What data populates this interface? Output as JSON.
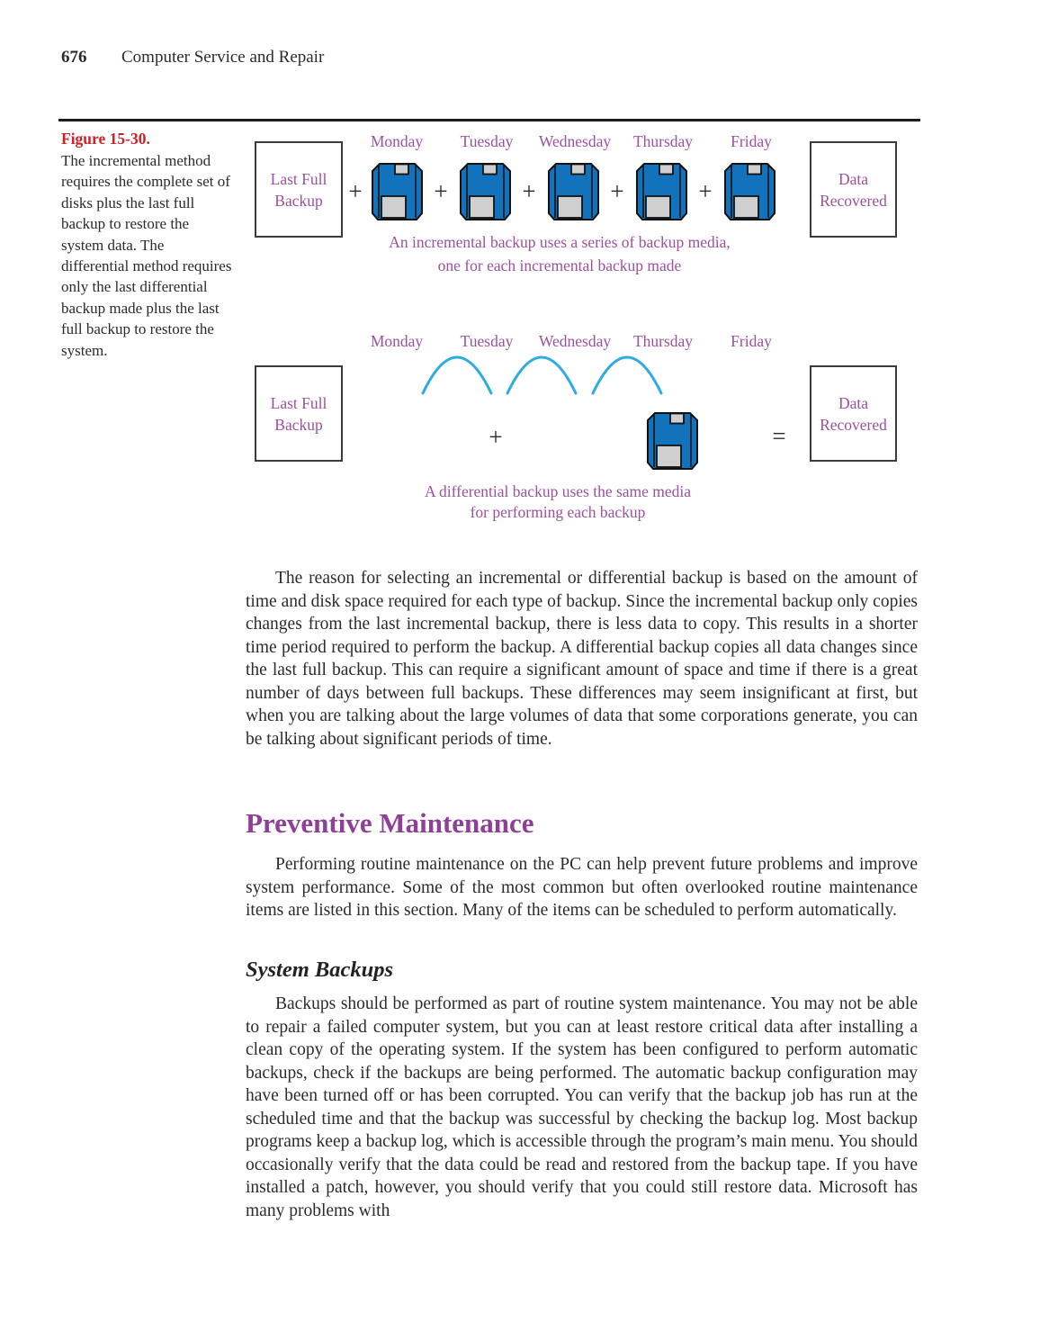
{
  "colors": {
    "figure_label_red": "#ce2127",
    "figure_text_purple": "#9d509e",
    "heading_purple": "#8f3f97",
    "body_text": "#2b2b2b",
    "floppy_blue": "#1272bc",
    "floppy_gray": "#cfcfcf",
    "arc_cyan": "#2bace2"
  },
  "header": {
    "page_number": "676",
    "book_title": "Computer Service and Repair"
  },
  "figure": {
    "label": "Figure 15-30.",
    "caption": "The incremental method requires the complete set of disks plus the last full backup to restore the system data. The differential method requires only the last differential backup made plus the last full backup to restore the system.",
    "incremental": {
      "days": [
        "Monday",
        "Tuesday",
        "Wednesday",
        "Thursday",
        "Friday"
      ],
      "left_box_line1": "Last Full",
      "left_box_line2": "Backup",
      "right_box_line1": "Data",
      "right_box_line2": "Recovered",
      "plus": "+",
      "caption_line1": "An incremental backup uses a series of backup media,",
      "caption_line2": "one for each incremental backup made"
    },
    "differential": {
      "days": [
        "Monday",
        "Tuesday",
        "Wednesday",
        "Thursday",
        "Friday"
      ],
      "left_box_line1": "Last Full",
      "left_box_line2": "Backup",
      "right_box_line1": "Data",
      "right_box_line2": "Recovered",
      "plus": "+",
      "equals": "=",
      "caption_line1": "A differential backup uses the same media",
      "caption_line2": "for performing each backup"
    }
  },
  "body": {
    "paragraph1": "The reason for selecting an incremental or differential backup is based on the amount of time and disk space required for each type of backup. Since the incremental backup only copies changes from the last incremental backup, there is less data to copy. This results in a shorter time period required to perform the backup. A differential backup copies all data changes since the last full backup. This can require a significant amount of space and time if there is a great number of days between full backups. These differences may seem insignificant at first, but when you are talking about the large volumes of data that some corporations generate, you can be talking about significant periods of time.",
    "section_heading": "Preventive Maintenance",
    "paragraph2": "Performing routine maintenance on the PC can help prevent future problems and improve system performance. Some of the most common but often overlooked routine maintenance items are listed in this section. Many of the items can be scheduled to perform automatically.",
    "subsection_heading": "System Backups",
    "paragraph3": "Backups should be performed as part of routine system maintenance. You may not be able to repair a failed computer system, but you can at least restore critical data after installing a clean copy of the operating system. If the system has been configured to perform automatic backups, check if the backups are being performed. The automatic backup configuration may have been turned off or has been corrupted. You can verify that the backup job has run at the scheduled time and that the backup was successful by checking the backup log. Most backup programs keep a backup log, which is accessible through the program’s main menu. You should occasionally verify that the data could be read and restored from the backup tape. If you have installed a patch, however, you should verify that you could still restore data. Microsoft has many problems with"
  }
}
